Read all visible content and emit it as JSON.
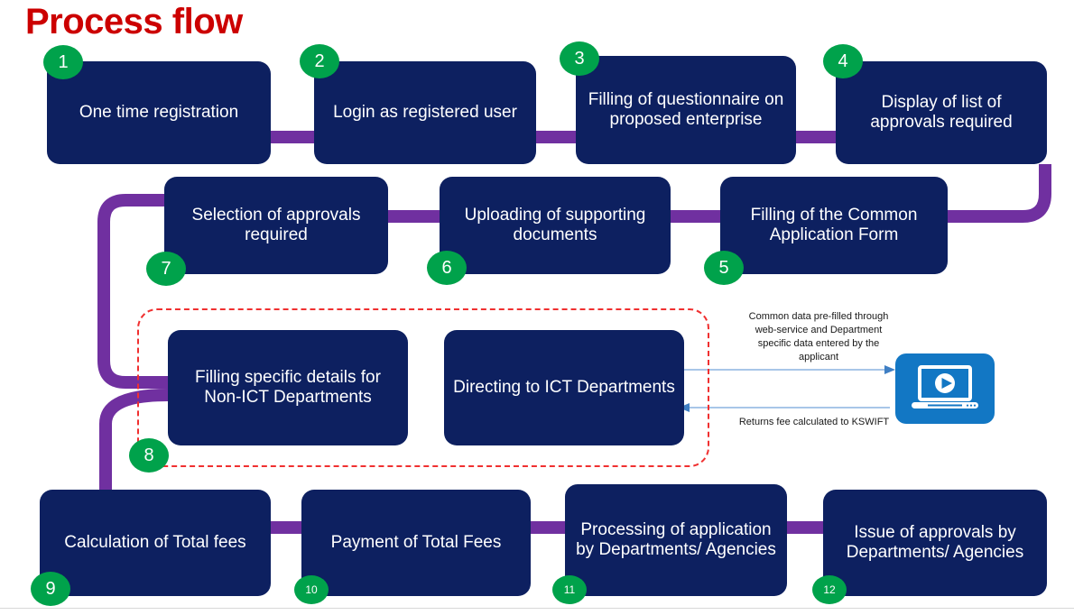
{
  "title": "Process flow",
  "colors": {
    "title_red": "#cc0000",
    "box_navy": "#0d2060",
    "badge_green": "#00a24b",
    "connector_purple": "#7030a0",
    "dashed_red": "#f03030",
    "arrow_blue": "#8cb4e0",
    "icon_blue": "#1277c4"
  },
  "steps": [
    {
      "number": "1",
      "label": "One time registration"
    },
    {
      "number": "2",
      "label": "Login as registered user"
    },
    {
      "number": "3",
      "label": "Filling of questionnaire on proposed enterprise"
    },
    {
      "number": "4",
      "label": "Display of list of approvals required"
    },
    {
      "number": "5",
      "label": "Filling of the Common Application Form"
    },
    {
      "number": "6",
      "label": "Uploading of supporting documents"
    },
    {
      "number": "7",
      "label": "Selection of approvals required"
    },
    {
      "number": "8a",
      "label": "Filling specific details for Non-ICT Departments"
    },
    {
      "number": "8b",
      "label": "Directing to ICT Departments"
    },
    {
      "number": "9",
      "label": "Calculation of Total fees"
    },
    {
      "number": "10",
      "label": "Payment of Total Fees"
    },
    {
      "number": "11",
      "label": "Processing of application by Departments/ Agencies"
    },
    {
      "number": "12",
      "label": "Issue of approvals by Departments/ Agencies"
    }
  ],
  "badges": {
    "b1": "1",
    "b2": "2",
    "b3": "3",
    "b4": "4",
    "b5": "5",
    "b6": "6",
    "b7": "7",
    "b8": "8",
    "b9": "9",
    "b10": "10",
    "b11": "11",
    "b12": "12"
  },
  "annotations": {
    "to_ict": "Common data pre-filled through web-service and Department specific data entered by the applicant",
    "from_ict": "Returns fee calculated to KSWIFT"
  },
  "icons": {
    "laptop_video": "laptop-video-icon"
  }
}
